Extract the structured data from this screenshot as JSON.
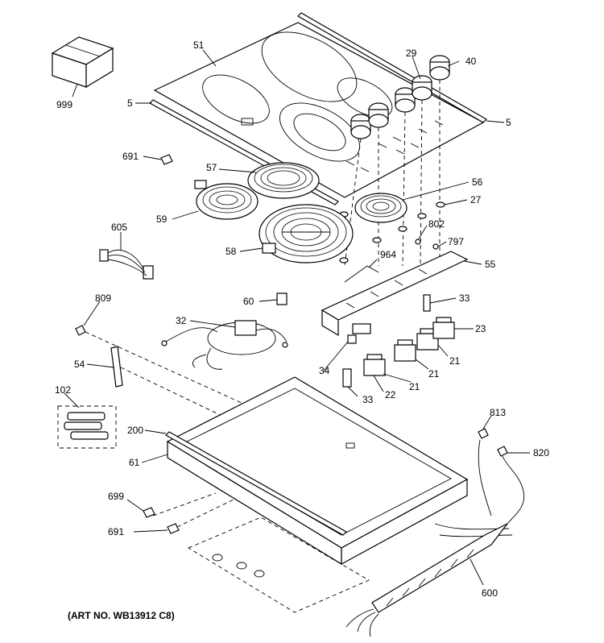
{
  "diagram": {
    "art_number": "(ART NO. WB13912 C8)",
    "callouts": {
      "p999": "999",
      "p51": "51",
      "p29": "29",
      "p40": "40",
      "p5_left": "5",
      "p5_right": "5",
      "p691_top": "691",
      "p57": "57",
      "p56": "56",
      "p27": "27",
      "p59": "59",
      "p802": "802",
      "p797": "797",
      "p605": "605",
      "p58": "58",
      "p964": "964",
      "p55": "55",
      "p60": "60",
      "p33_upper": "33",
      "p809": "809",
      "p32": "32",
      "p23": "23",
      "p54": "54",
      "p21_a": "21",
      "p21_b": "21",
      "p34": "34",
      "p21_c": "21",
      "p22": "22",
      "p33_lower": "33",
      "p102": "102",
      "p813": "813",
      "p200": "200",
      "p820": "820",
      "p61": "61",
      "p699": "699",
      "p691_bottom": "691",
      "p600": "600"
    }
  }
}
